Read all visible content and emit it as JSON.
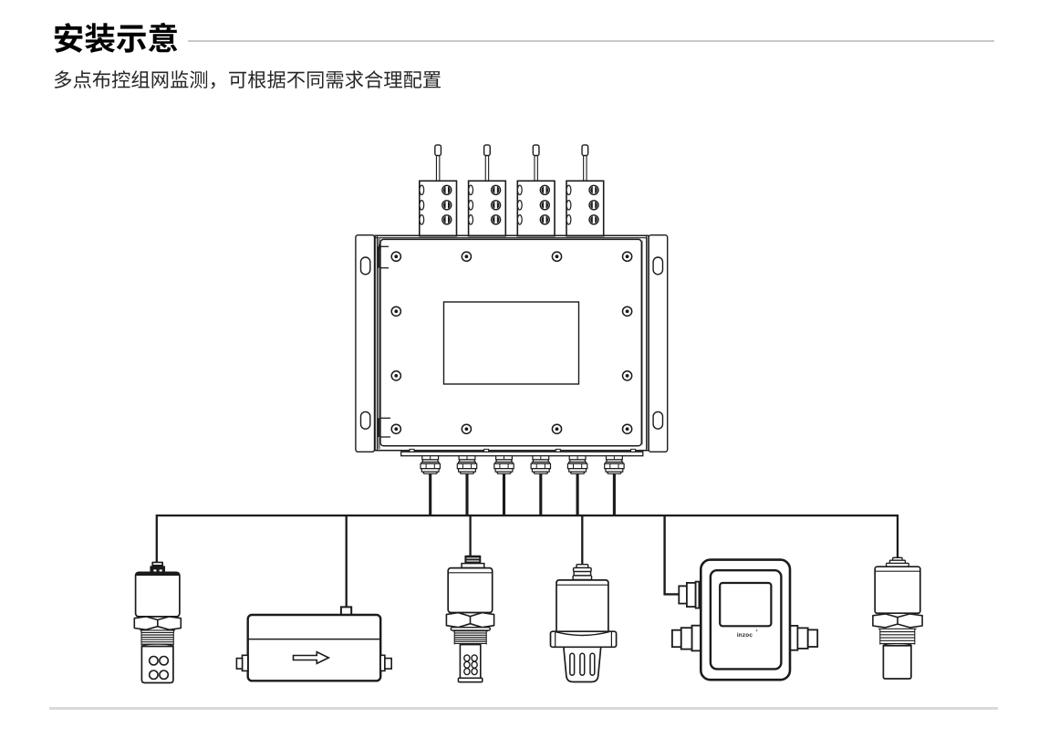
{
  "page": {
    "background": "#ffffff",
    "ink_color": "#1b1b1b",
    "title_rule_color": "#c9c9c9",
    "footer_rule_color": "#d9d9d9"
  },
  "header": {
    "title": "安装示意",
    "subtitle": "多点布控组网监测，可根据不同需求合理配置"
  },
  "diagram": {
    "logo_text": "inzoc",
    "logo_mark": "®",
    "components": [
      "antenna-modules",
      "controller-enclosure",
      "cable-glands",
      "sensor-ported-probe-left",
      "flow-meter",
      "sensor-ported-probe-center",
      "sensor-slotted-cup",
      "display-controller",
      "sensor-plain-probe"
    ]
  }
}
